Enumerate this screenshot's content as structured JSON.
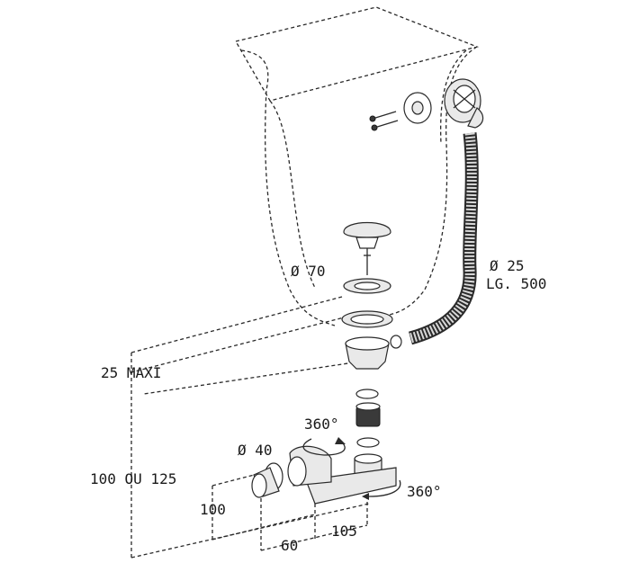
{
  "labels": {
    "overflow_diameter": "Ø 25",
    "overflow_length": "LG. 500",
    "drain_diameter": "Ø 70",
    "max_thickness": "25 MAXI",
    "rotation_top": "360°",
    "rotation_bottom": "360°",
    "outlet_diameter": "Ø 40",
    "height_range": "100 OU 125",
    "outlet_height": "100",
    "dim_60": "60",
    "dim_105": "105"
  },
  "colors": {
    "line": "#2a2a2a",
    "part_fill": "#e9e9e9",
    "background": "#ffffff"
  }
}
